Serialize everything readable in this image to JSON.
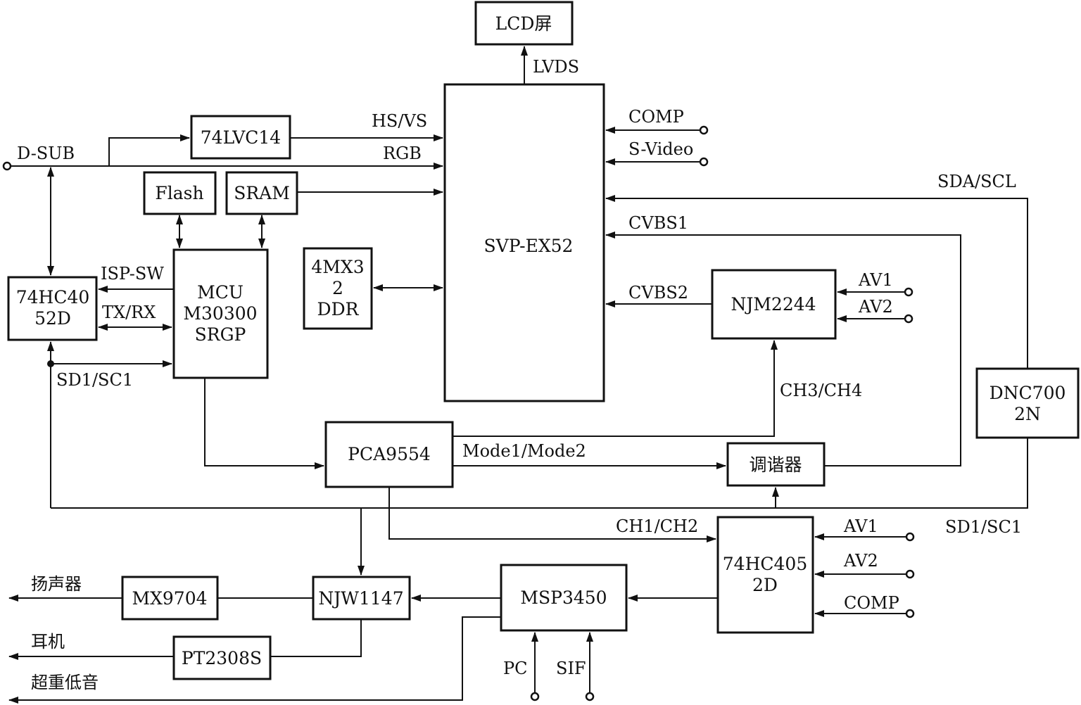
{
  "blocks": {
    "lcd": "LCD屏",
    "svp": "SVP-EX52",
    "lvc14": "74LVC14",
    "flash": "Flash",
    "sram": "SRAM",
    "ddr_1": "4MX3",
    "ddr_2": "2",
    "ddr_3": "DDR",
    "hc4052_1": "74HC40",
    "hc4052_2": "52D",
    "mcu_1": "MCU",
    "mcu_2": "M30300",
    "mcu_3": "SRGP",
    "njm2244": "NJM2244",
    "dnc_1": "DNC700",
    "dnc_2": "2N",
    "pca9554": "PCA9554",
    "tuner": "调谐器",
    "hc405_1": "74HC405",
    "hc405_2": "2D",
    "msp3450": "MSP3450",
    "njw1147": "NJW1147",
    "mx9704": "MX9704",
    "pt2308s": "PT2308S"
  },
  "labels": {
    "lvds": "LVDS",
    "dsub": "D-SUB",
    "hsvs": "HS/VS",
    "rgb": "RGB",
    "comp_top": "COMP",
    "svideo": "S-Video",
    "sdascl": "SDA/SCL",
    "cvbs1": "CVBS1",
    "cvbs2": "CVBS2",
    "av1_top": "AV1",
    "av2_top": "AV2",
    "isp_sw": "ISP-SW",
    "txrx": "TX/RX",
    "sd1sc1_left": "SD1/SC1",
    "ch3ch4": "CH3/CH4",
    "mode": "Mode1/Mode2",
    "sd1sc1_right": "SD1/SC1",
    "ch1ch2": "CH1/CH2",
    "av1_bot": "AV1",
    "av2_bot": "AV2",
    "comp_bot": "COMP",
    "speaker": "扬声器",
    "headphone": "耳机",
    "subwoofer": "超重低音",
    "pc": "PC",
    "sif": "SIF"
  }
}
